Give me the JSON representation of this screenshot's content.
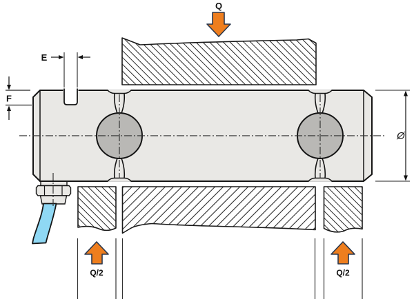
{
  "diagram": {
    "title": "load-pin-mounting-drawing",
    "labels": {
      "load": "Q",
      "load_half_left": "Q/2",
      "load_half_right": "Q/2",
      "dim_slot_width": "E",
      "dim_slot_depth": "F",
      "dim_diameter": "Ø"
    },
    "colors": {
      "force_arrow": "#ee7e1e",
      "cable": "#8fd8f4",
      "pin_body": "#e9e8e5",
      "bore": "#b9b8b5"
    }
  }
}
